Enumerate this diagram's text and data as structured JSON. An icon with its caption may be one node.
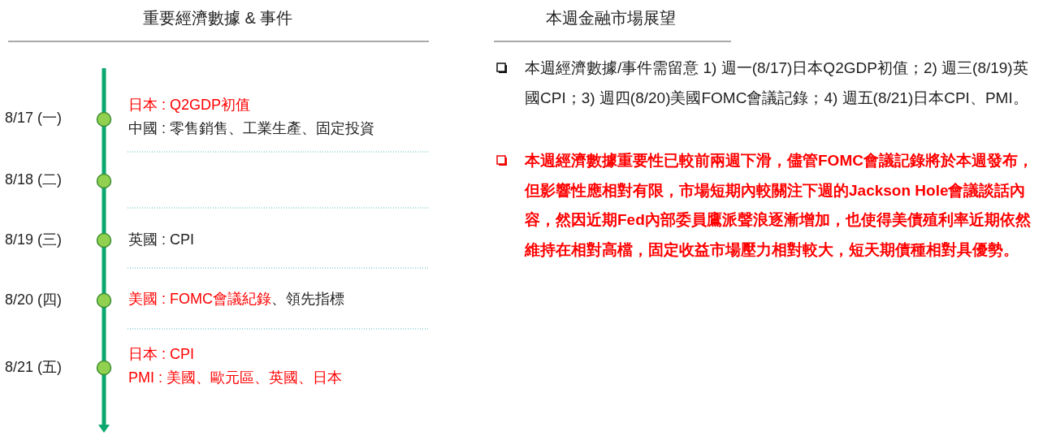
{
  "diagram": {
    "labels": [
      "重要經濟數據 & 事件",
      "本週金融市場展望",
      "8/17 (一)",
      "日本 : Q2GDP初值",
      "中國 : 零售銷售、工業生產、固定投資",
      "8/18 (二)",
      "8/19 (三)",
      "英國 : CPI",
      "8/20 (四)",
      "美國 : FOMC會議紀錄",
      "、領先指標",
      "8/21 (五)",
      "日本 : CPI",
      "PMI : 美國、歐元區、英國、日本",
      "本週經濟數據/事件需留意  1)  週一(8/17)日本Q2GDP初值；2) 週三(8/19)英國CPI；3) 週四(8/20)美國FOMC會議記錄；4) 週五(8/21)日本CPI、PMI。",
      "本週經濟數據重要性已較前兩週下滑，儘管FOMC會議記錄將於本週發布，但影響性應相對有限，市場短期內較關注下週的Jackson  Hole會議談話內容，然因近期Fed內部委員鷹派聲浪逐漸增加，也使得美債殖利率近期依然維持在相對高檔，固定收益市場壓力相對較大，短天期債種相對具優勢。"
    ]
  }
}
